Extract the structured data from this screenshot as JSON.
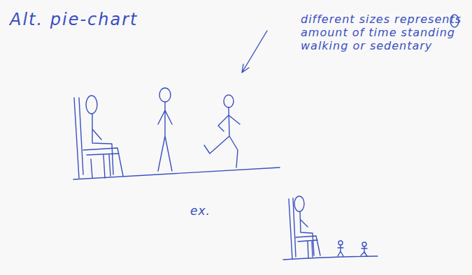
{
  "diagram": {
    "title": "Alt. pie-chart",
    "labels": [
      "different sizes represents amount of time standing walking or sedentary",
      "ex."
    ]
  }
}
